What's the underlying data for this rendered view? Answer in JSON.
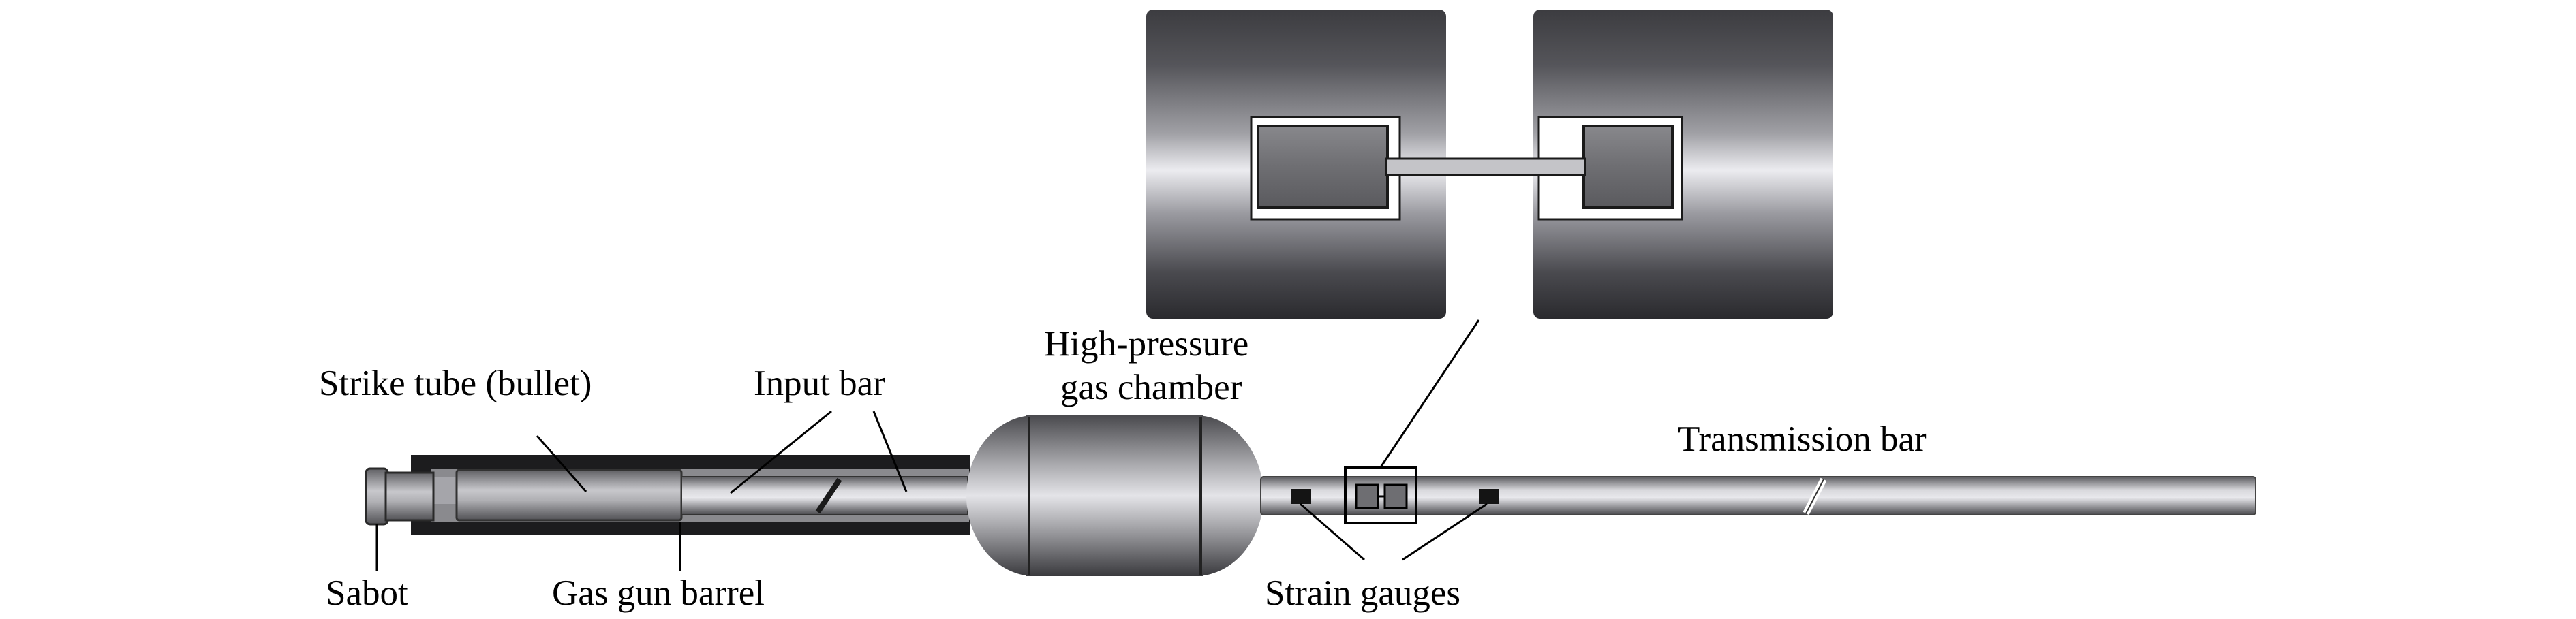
{
  "labels": {
    "sabot": "Sabot",
    "strike_tube": "Strike tube (bullet)",
    "gas_gun_barrel": "Gas gun barrel",
    "input_bar": "Input bar",
    "chamber_line1": "High-pressure",
    "chamber_line2": "gas chamber",
    "transmission_bar": "Transmission bar",
    "strain_gauges": "Strain gauges"
  },
  "colors": {
    "text": "#000000",
    "barrel": "#1a1a1a",
    "block_dark": "#3a3a3e",
    "block_light": "#e6e6ea",
    "specimen": "#6e6e72"
  }
}
